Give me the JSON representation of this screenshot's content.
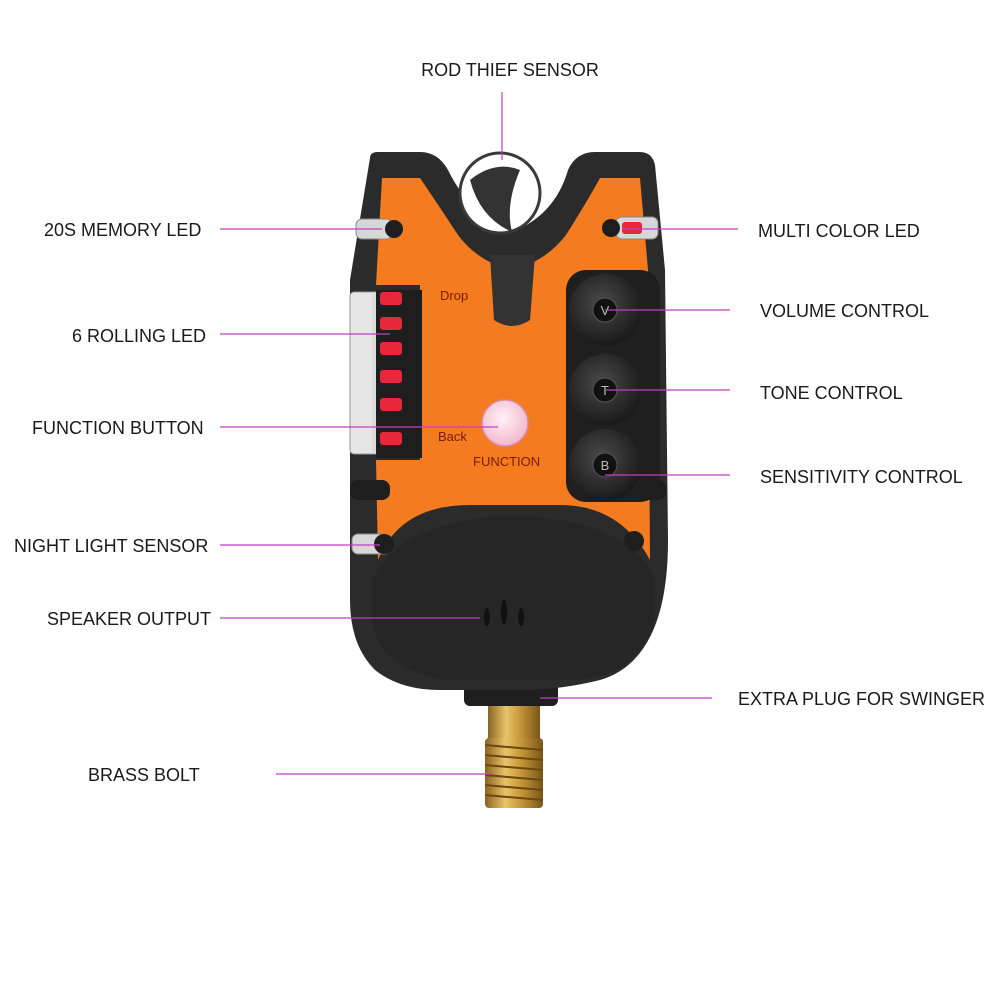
{
  "colors": {
    "body_black": "#2b2b2b",
    "body_orange": "#f47b20",
    "led_red": "#e8283a",
    "brass": "#c99a3b",
    "leader_line": "#c23fc2"
  },
  "device": {
    "drop_text": "Drop",
    "back_text": "Back",
    "function_text": "FUNCTION",
    "volume_knob_letter": "V",
    "tone_knob_letter": "T",
    "sensitivity_knob_letter": "B"
  },
  "labels": {
    "rod_thief_sensor": "ROD THIEF SENSOR",
    "memory_led": "20S MEMORY LED",
    "multi_color_led": "MULTI COLOR LED",
    "rolling_led": "6 ROLLING LED",
    "volume_control": "VOLUME CONTROL",
    "tone_control": "TONE CONTROL",
    "function_button": "FUNCTION BUTTON",
    "sensitivity_control": "SENSITIVITY CONTROL",
    "night_light_sensor": "NIGHT LIGHT SENSOR",
    "speaker_output": "SPEAKER OUTPUT",
    "extra_plug": "EXTRA PLUG FOR SWINGER",
    "brass_bolt": "BRASS BOLT"
  }
}
